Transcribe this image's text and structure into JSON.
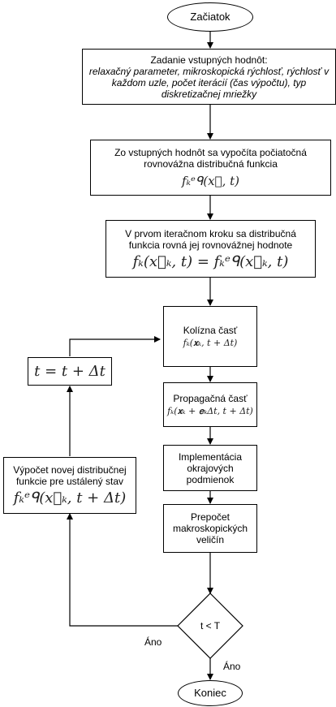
{
  "start": "Začiatok",
  "input": {
    "title": "Zadanie vstupných hodnôt:",
    "details": "relaxačný parameter, mikroskopická rýchlosť, rýchlosť v každom uzle, počet iterácií (čas výpočtu), typ diskretizačnej mriežky"
  },
  "equilibrium": {
    "text": "Zo vstupných hodnôt sa vypočíta počiatočná rovnovážna distribučná funkcia",
    "formula": "fₖᵉᑫ(x⃗, t)"
  },
  "first_step": {
    "text": "V prvom iteračnom kroku sa distribučná funkcia rovná jej rovnovážnej hodnote",
    "formula": "fₖ(x⃗ₖ, t) = fₖᵉᑫ(x⃗ₖ, t)"
  },
  "collision": {
    "text": "Kolízna časť",
    "formula": "fₖ(𝐱ₖ, t + Δt)"
  },
  "propagation": {
    "text": "Propagačná časť",
    "formula": "fₖ(𝐱ₖ + 𝐞ₖΔt, t + Δt)"
  },
  "boundary": {
    "text": "Implementácia okrajových podmienok"
  },
  "macro": {
    "text": "Prepočet makroskopických veličín"
  },
  "decision": {
    "text": "t < T"
  },
  "yes_left": "Áno",
  "yes_down": "Áno",
  "recompute": {
    "text": "Výpočet novej distribučnej funkcie pre ustálený stav",
    "formula": "fₖᵉᑫ(x⃗ₖ, t + Δt)"
  },
  "time_update": {
    "formula": "t = t + Δt"
  },
  "end": "Koniec"
}
